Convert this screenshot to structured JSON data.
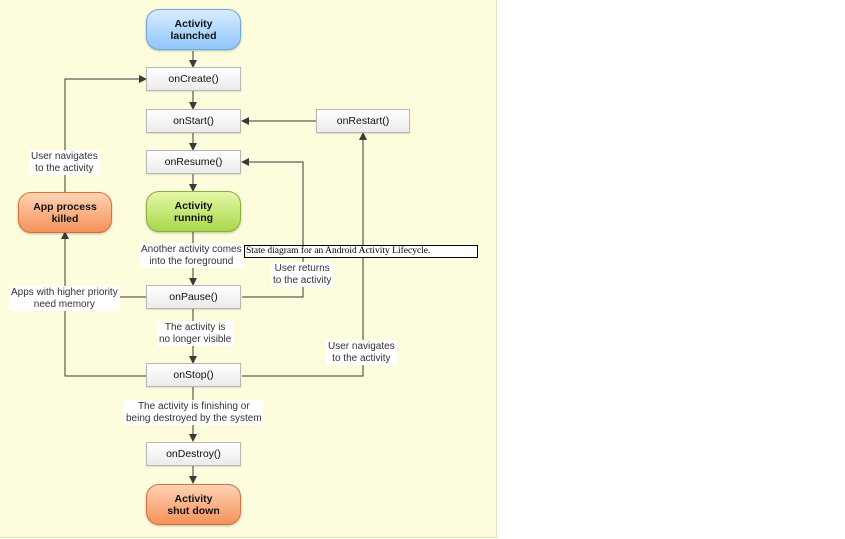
{
  "nodes": {
    "launched": "Activity\nlaunched",
    "on_create": "onCreate()",
    "on_start": "onStart()",
    "on_restart": "onRestart()",
    "on_resume": "onResume()",
    "running": "Activity\nrunning",
    "process_killed": "App process\nkilled",
    "on_pause": "onPause()",
    "on_stop": "onStop()",
    "on_destroy": "onDestroy()",
    "shut_down": "Activity\nshut down"
  },
  "labels": {
    "navigates_left": "User navigates\nto the activity",
    "another_activity": "Another activity comes\ninto the foreground",
    "higher_priority": "Apps with higher priority\nneed memory",
    "user_returns": "User returns\nto the activity",
    "no_longer_visible": "The activity is\nno longer visible",
    "navigates_right": "User navigates\nto the activity",
    "finishing": "The activity is finishing or\nbeing destroyed by the system"
  },
  "tooltip": "State diagram for an Android Activity Lifecycle.",
  "colors": {
    "background": "#fdfcdc",
    "start_state": "#8fc6fa",
    "running_state": "#a8d84a",
    "end_state": "#f6925b",
    "connector": "#3a3a3a"
  }
}
